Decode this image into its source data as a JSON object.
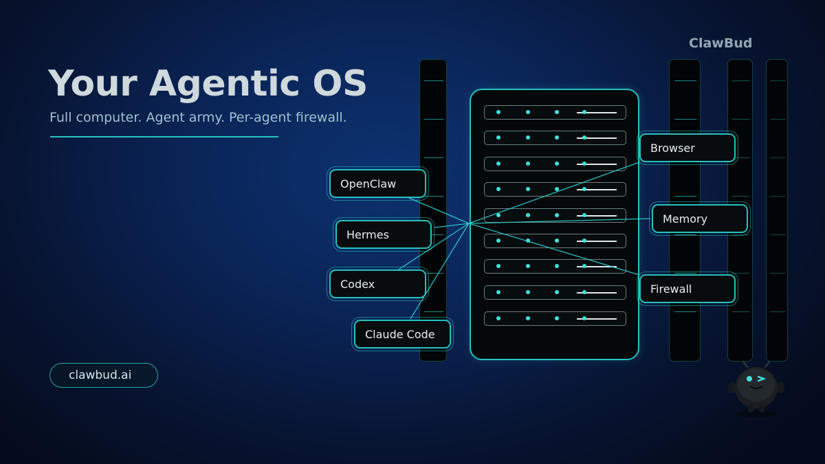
{
  "hero": {
    "title": "Your Agentic OS",
    "subtitle": "Full computer. Agent army. Per-agent firewall."
  },
  "footer": {
    "url": "clawbud.ai"
  },
  "brand": {
    "name": "ClawBud"
  },
  "agents": [
    "OpenClaw",
    "Hermes",
    "Codex",
    "Claude Code"
  ],
  "services": [
    "Browser",
    "Memory",
    "Firewall"
  ],
  "mascot": {
    "icon": "robot-mascot-icon"
  },
  "colors": {
    "accent": "#27c2bf",
    "dot": "#3fe2dc",
    "background": "#0a2456"
  }
}
